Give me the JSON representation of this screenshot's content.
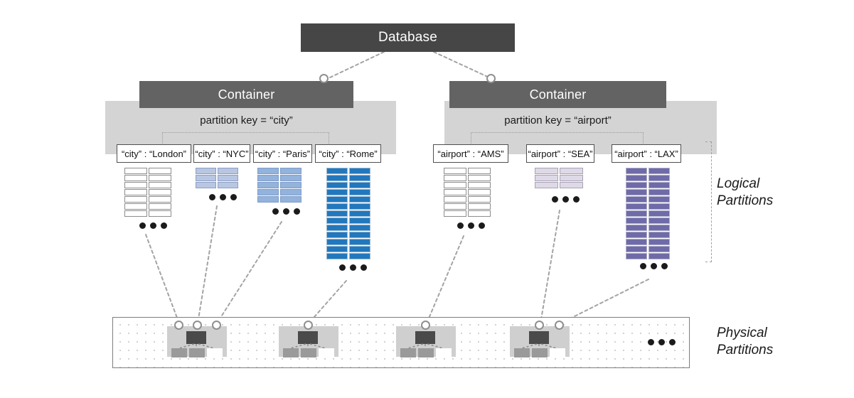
{
  "diagram": {
    "title_node": "Database",
    "side_labels": {
      "logical": "Logical\nPartitions",
      "logical_line1": "Logical",
      "logical_line2": "Partitions",
      "physical_line1": "Physical",
      "physical_line2": "Partitions"
    },
    "ellipsis": "•••"
  },
  "containers": [
    {
      "label": "Container",
      "partition_key_caption": "partition key = “city”",
      "partition_key": "city",
      "logical_partitions": [
        {
          "chip": "“city” : “London”",
          "value": "London",
          "rows": 7,
          "color": "#ffffff",
          "border": "#8d8d8d",
          "has_ellipsis": true
        },
        {
          "chip": "“city” : “NYC”",
          "value": "NYC",
          "rows": 3,
          "color": "#b8c6e2",
          "border": "#8d9ec4",
          "has_ellipsis": true
        },
        {
          "chip": "“city” : “Paris”",
          "value": "Paris",
          "rows": 5,
          "color": "#93b2dc",
          "border": "#7f9dc8",
          "has_ellipsis": true
        },
        {
          "chip": "“city” : “Rome”",
          "value": "Rome",
          "rows": 13,
          "color": "#2278bd",
          "border": "#9bb6cf",
          "has_ellipsis": true
        }
      ]
    },
    {
      "label": "Container",
      "partition_key_caption": "partition key = “airport”",
      "partition_key": "airport",
      "logical_partitions": [
        {
          "chip": "“airport” : “AMS”",
          "value": "AMS",
          "rows": 7,
          "color": "#ffffff",
          "border": "#8d8d8d",
          "has_ellipsis": true
        },
        {
          "chip": "“airport” : “SEA”",
          "value": "SEA",
          "rows": 3,
          "color": "#ded9e6",
          "border": "#a9a2b6",
          "has_ellipsis": true
        },
        {
          "chip": "“airport” : “LAX”",
          "value": "LAX",
          "rows": 13,
          "color": "#6f6ba8",
          "border": "#b0aec8",
          "has_ellipsis": true
        }
      ]
    }
  ],
  "physical_partitions": {
    "count": 4,
    "trailing_ellipsis": "•••",
    "nodes": [
      {
        "name": "physical-partition-1"
      },
      {
        "name": "physical-partition-2"
      },
      {
        "name": "physical-partition-3"
      },
      {
        "name": "physical-partition-4"
      }
    ]
  },
  "colors": {
    "database_bar": "#464646",
    "container_bar": "#636363",
    "container_band": "#d4d4d4",
    "physical_card": "#cfcfcf",
    "physical_top": "#4a4a4a",
    "connector": "#a3a3a3"
  }
}
